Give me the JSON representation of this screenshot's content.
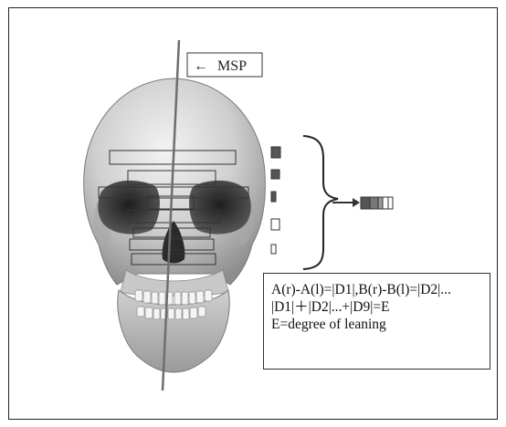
{
  "labels": {
    "msp": "MSP",
    "arrow_glyph": "←"
  },
  "formula": {
    "line1": "A(r)-A(l)=|D1|,B(r)-B(l)=|D2|...",
    "line2": "|D1|＋|D2|...+|D9|=E",
    "line3": "E=degree of leaning"
  },
  "colors": {
    "bone_light": "#d9d9d9",
    "bone_shadow": "#8a8a8a",
    "socket": "#3a3a3a",
    "midline": "#6e6e6e",
    "bar_fill": "#8c8c8c",
    "bar_stroke": "#333333"
  }
}
